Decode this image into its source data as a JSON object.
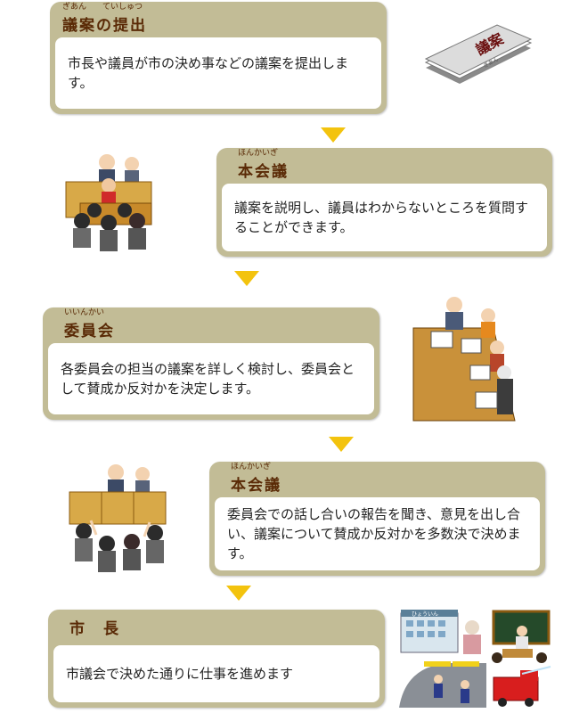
{
  "steps": [
    {
      "title": "議案の提出",
      "ruby": "ぎあん　　ていしゅつ",
      "text": "市長や議員が市の決め事などの議案を提出します。"
    },
    {
      "title": "本会議",
      "ruby": "ほんかいぎ",
      "text": "議案を説明し、議員はわからないところを質問することができます。"
    },
    {
      "title": "委員会",
      "ruby": "いいんかい",
      "text": "各委員会の担当の議案を詳しく検討し、委員会として賛成か反対かを決定します。"
    },
    {
      "title": "本会議",
      "ruby": "ほんかいぎ",
      "text": "委員会での話し合いの報告を聞き、意見を出し合い、議案について賛成か反対かを多数決で決めます。"
    },
    {
      "title": "市　長",
      "ruby": "",
      "text": "市議会で決めた通りに仕事を進めます"
    }
  ],
  "illustrations": {
    "document": {
      "label": "議案",
      "small": "ぎあん"
    },
    "school_sign": "ひょういん"
  },
  "colors": {
    "card": "#c2bc96",
    "title": "#5a2a06",
    "arrow": "#f3c30e"
  }
}
